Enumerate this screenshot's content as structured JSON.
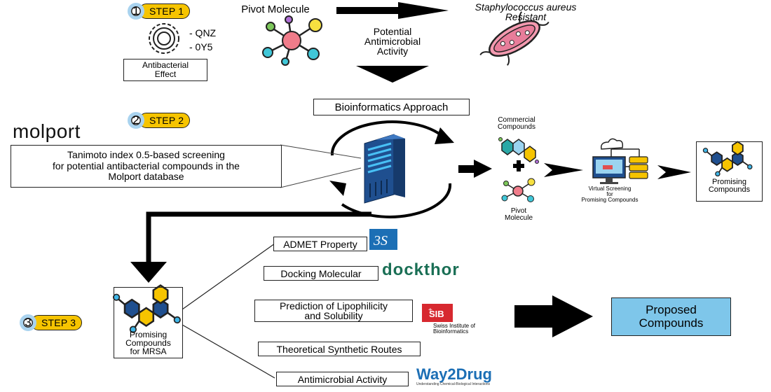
{
  "steps": {
    "step1": {
      "number": "1",
      "label": "STEP 1"
    },
    "step2": {
      "number": "2",
      "label": "STEP 2"
    },
    "step3": {
      "number": "3",
      "label": "STEP 3"
    }
  },
  "section1": {
    "pivot_title": "Pivot Molecule",
    "ligand_a": "- QNZ",
    "ligand_b": "- 0Y5",
    "effect_line1": "Antibacterial",
    "effect_line2": "Effect",
    "activity_line1": "Potential",
    "activity_line2": "Antimicrobial",
    "activity_line3": "Activity",
    "target_line1": "Staphylococcus aureus",
    "target_line2": "Resistant"
  },
  "section2": {
    "approach": "Bioinformatics Approach",
    "logo": "molport",
    "screening_line1": "Tanimoto index 0.5-based screening",
    "screening_line2": "for potential antibacterial compounds in the",
    "screening_line3": "Molport database",
    "commercial_line1": "Commercial",
    "commercial_line2": "Compounds",
    "pivot_line1": "Pivot",
    "pivot_line2": "Molecule",
    "vs_line1": "Virtual Screening",
    "vs_line2": "for",
    "vs_line3": "Promising Compounds",
    "promising_line1": "Promising",
    "promising_line2": "Compounds"
  },
  "section3": {
    "mrsa_line1": "Promising",
    "mrsa_line2": "Compounds",
    "mrsa_line3": "for MRSA",
    "admet": "ADMET Property",
    "docking": "Docking Molecular",
    "dockthor_logo": "dockthor",
    "lipo_line1": "Prediction of Lipophilicity",
    "lipo_line2": "and Solubility",
    "sib_logo": "SIB",
    "sib_line1": "Swiss Institute of",
    "sib_line2": "Bioinformatics",
    "synthetic": "Theoretical Synthetic Routes",
    "antimicrobial": "Antimicrobial Activity",
    "way2drug_logo": "Way2Drug",
    "way2drug_tagline": "Understanding Chemical-Biological Interactions",
    "proposed_line1": "Proposed",
    "proposed_line2": "Compounds"
  },
  "colors": {
    "step_pill": "#f6c400",
    "step_circle": "#a9d3ef",
    "proposed_box": "#7ec6ea",
    "server": "#1f4f8f",
    "dockthor": "#1a6f55",
    "way2drug": "#1c6fb5",
    "sib_red": "#d7282f"
  }
}
